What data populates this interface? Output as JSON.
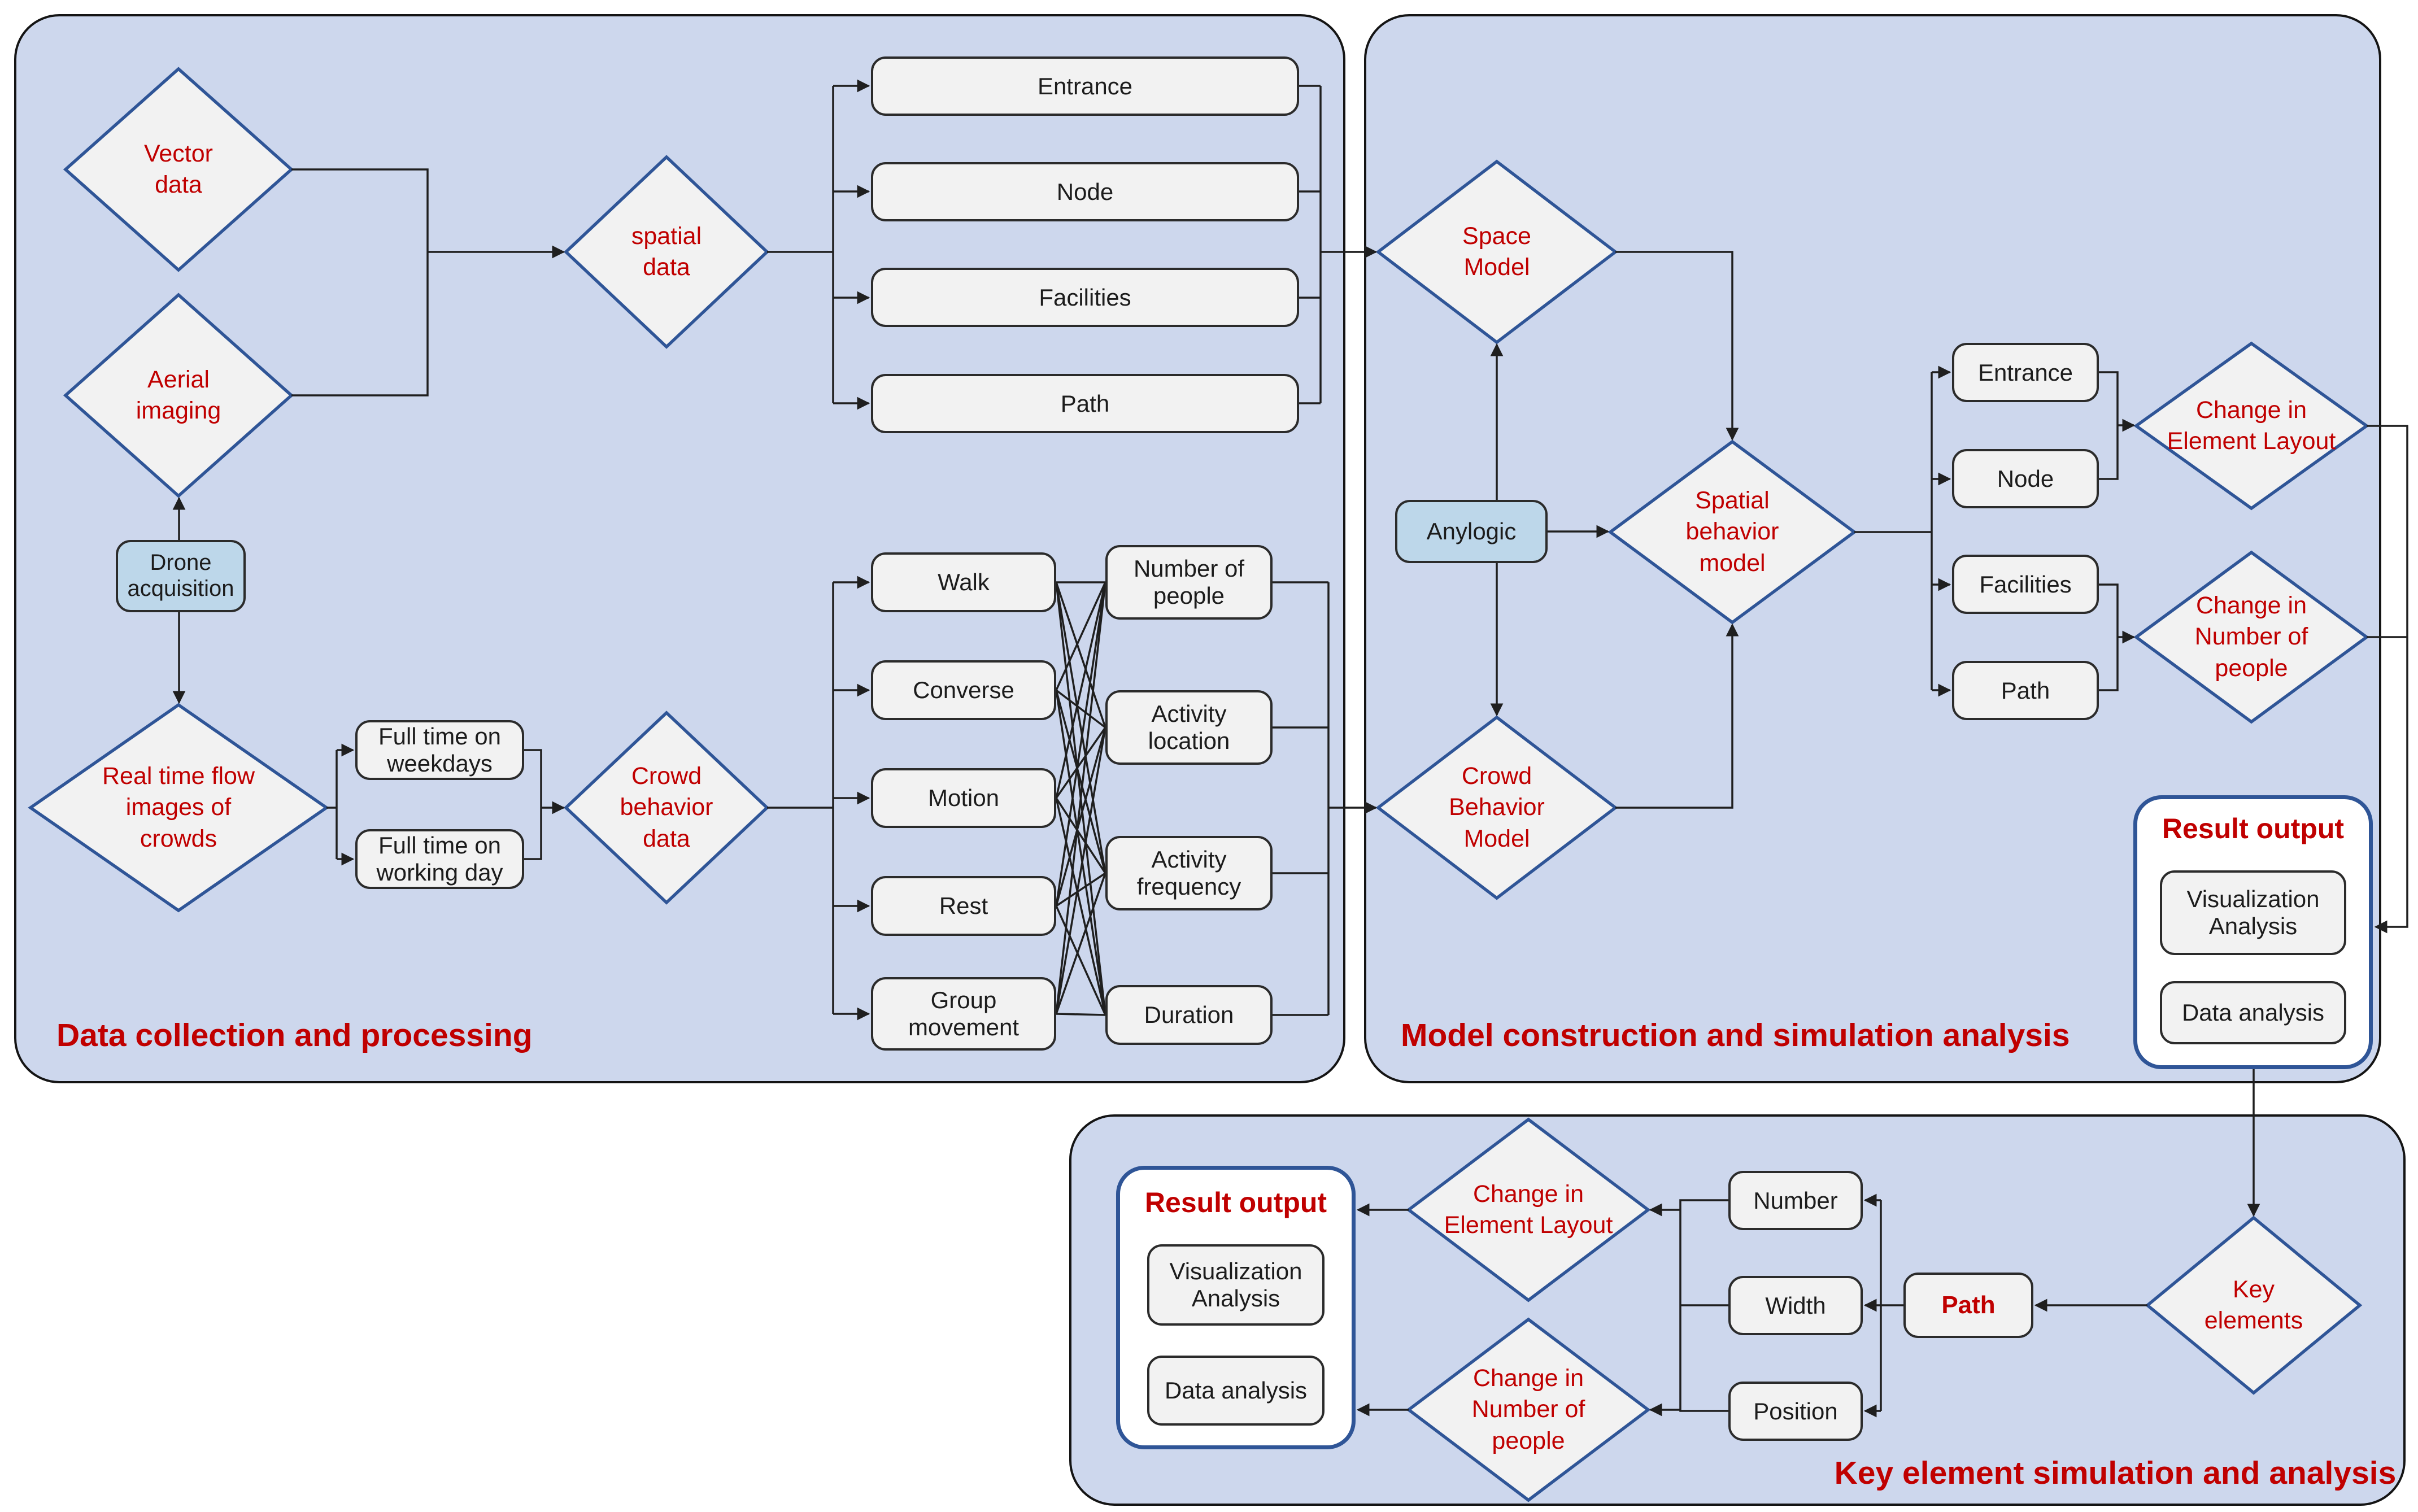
{
  "panels": {
    "data_collection": {
      "title": "Data collection and processing"
    },
    "model_construction": {
      "title": "Model construction and simulation analysis"
    },
    "key_element": {
      "title": "Key element simulation and analysis"
    }
  },
  "nodes": {
    "vector_data": {
      "label": "Vector\ndata"
    },
    "aerial_imaging": {
      "label": "Aerial\nimaging"
    },
    "spatial_data": {
      "label": "spatial\ndata"
    },
    "drone_acquisition": {
      "label": "Drone\nacquisition"
    },
    "real_time_flow": {
      "label": "Real time flow\nimages of\ncrowds"
    },
    "full_time_weekdays": {
      "label": "Full time on\nweekdays"
    },
    "full_time_working_day": {
      "label": "Full time on\nworking day"
    },
    "crowd_behavior_data": {
      "label": "Crowd\nbehavior\ndata"
    },
    "entrance_1": {
      "label": "Entrance"
    },
    "node_1": {
      "label": "Node"
    },
    "facilities_1": {
      "label": "Facilities"
    },
    "path_1": {
      "label": "Path"
    },
    "walk": {
      "label": "Walk"
    },
    "converse": {
      "label": "Converse"
    },
    "motion": {
      "label": "Motion"
    },
    "rest": {
      "label": "Rest"
    },
    "group_movement": {
      "label": "Group\nmovement"
    },
    "number_of_people": {
      "label": "Number of\npeople"
    },
    "activity_location": {
      "label": "Activity\nlocation"
    },
    "activity_frequency": {
      "label": "Activity\nfrequency"
    },
    "duration": {
      "label": "Duration"
    },
    "space_model": {
      "label": "Space\nModel"
    },
    "anylogic": {
      "label": "Anylogic"
    },
    "spatial_behavior_model": {
      "label": "Spatial\nbehavior\nmodel"
    },
    "crowd_behavior_model": {
      "label": "Crowd\nBehavior\nModel"
    },
    "entrance_2": {
      "label": "Entrance"
    },
    "node_2": {
      "label": "Node"
    },
    "facilities_2": {
      "label": "Facilities"
    },
    "path_2": {
      "label": "Path"
    },
    "change_element_layout_1": {
      "label": "Change in\nElement Layout"
    },
    "change_number_people_1": {
      "label": "Change in\nNumber of\npeople"
    },
    "result_output_1": {
      "title": "Result output",
      "visualization": "Visualization\nAnalysis",
      "data_analysis": "Data analysis"
    },
    "key_elements": {
      "label": "Key\nelements"
    },
    "path_key": {
      "label": "Path"
    },
    "number": {
      "label": "Number"
    },
    "width": {
      "label": "Width"
    },
    "position": {
      "label": "Position"
    },
    "change_element_layout_2": {
      "label": "Change in\nElement Layout"
    },
    "change_number_people_2": {
      "label": "Change in\nNumber of\npeople"
    },
    "result_output_2": {
      "title": "Result output",
      "visualization": "Visualization\nAnalysis",
      "data_analysis": "Data analysis"
    }
  },
  "colors": {
    "panel_fill": "#CDD7ED",
    "shape_fill": "#F2F2F2",
    "highlight_fill": "#BDD7EA",
    "diamond_border": "#2F5597",
    "red_text": "#C00000",
    "line": "#1F1F1F"
  },
  "edges": [
    "vector_data -> spatial_data",
    "aerial_imaging -> spatial_data",
    "drone_acquisition -> aerial_imaging",
    "drone_acquisition -> real_time_flow",
    "spatial_data -> entrance_1",
    "spatial_data -> node_1",
    "spatial_data -> facilities_1",
    "spatial_data -> path_1",
    "entrance_1 -> space_model",
    "node_1 -> space_model",
    "facilities_1 -> space_model",
    "path_1 -> space_model",
    "real_time_flow -> full_time_weekdays",
    "real_time_flow -> full_time_working_day",
    "full_time_weekdays -> crowd_behavior_data",
    "full_time_working_day -> crowd_behavior_data",
    "crowd_behavior_data -> walk",
    "crowd_behavior_data -> converse",
    "crowd_behavior_data -> motion",
    "crowd_behavior_data -> rest",
    "crowd_behavior_data -> group_movement",
    "walk -> number_of_people",
    "walk -> activity_location",
    "walk -> activity_frequency",
    "walk -> duration",
    "converse -> number_of_people",
    "converse -> activity_location",
    "converse -> activity_frequency",
    "converse -> duration",
    "motion -> number_of_people",
    "motion -> activity_location",
    "motion -> activity_frequency",
    "motion -> duration",
    "rest -> number_of_people",
    "rest -> activity_location",
    "rest -> activity_frequency",
    "rest -> duration",
    "group_movement -> number_of_people",
    "group_movement -> activity_location",
    "group_movement -> activity_frequency",
    "group_movement -> duration",
    "number_of_people -> crowd_behavior_model",
    "activity_location -> crowd_behavior_model",
    "activity_frequency -> crowd_behavior_model",
    "duration -> crowd_behavior_model",
    "anylogic -> space_model",
    "anylogic -> crowd_behavior_model",
    "anylogic -> spatial_behavior_model",
    "space_model -> spatial_behavior_model",
    "crowd_behavior_model -> spatial_behavior_model",
    "spatial_behavior_model -> entrance_2",
    "spatial_behavior_model -> node_2",
    "spatial_behavior_model -> facilities_2",
    "spatial_behavior_model -> path_2",
    "entrance_2 -> change_element_layout_1",
    "node_2 -> change_element_layout_1",
    "facilities_2 -> change_number_people_1",
    "path_2 -> change_number_people_1",
    "change_element_layout_1 -> result_output_1",
    "change_number_people_1 -> result_output_1",
    "result_output_1 -> key_elements",
    "key_elements -> path_key",
    "path_key -> number",
    "path_key -> width",
    "path_key -> position",
    "number -> change_element_layout_2",
    "width -> change_element_layout_2",
    "position -> change_element_layout_2",
    "number -> change_number_people_2",
    "width -> change_number_people_2",
    "position -> change_number_people_2",
    "change_element_layout_2 -> result_output_2",
    "change_number_people_2 -> result_output_2"
  ]
}
